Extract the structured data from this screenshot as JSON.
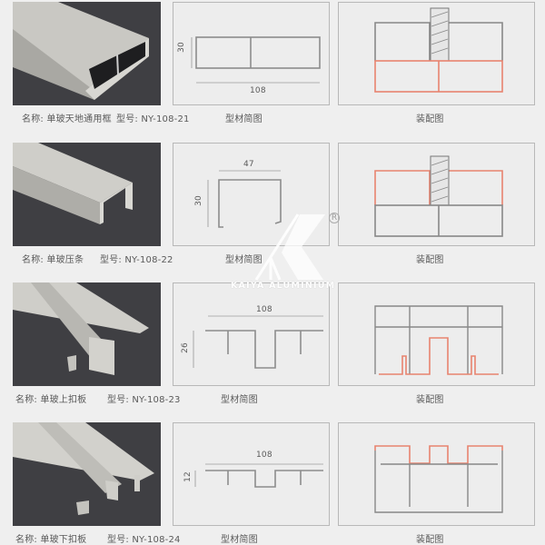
{
  "labels": {
    "name_prefix": "名称:",
    "model_prefix": "型号:",
    "profile_diagram": "型材简图",
    "assembly_diagram": "装配图"
  },
  "products": [
    {
      "name": "单玻天地通用框",
      "model": "NY-108-21",
      "dim_width": "108",
      "dim_height": "30"
    },
    {
      "name": "单玻压条",
      "model": "NY-108-22",
      "dim_width": "47",
      "dim_height": "30"
    },
    {
      "name": "单玻上扣板",
      "model": "NY-108-23",
      "dim_width": "108",
      "dim_height": "26"
    },
    {
      "name": "单玻下扣板",
      "model": "NY-108-24",
      "dim_width": "108",
      "dim_height": "12"
    }
  ],
  "watermark": {
    "brand": "KAIYA ALUMINIUM",
    "registered": "R"
  },
  "colors": {
    "background": "#efefef",
    "photo_bg": "#3f3f43",
    "profile_line": "#8c8c8c",
    "highlight": "#e8836f"
  }
}
